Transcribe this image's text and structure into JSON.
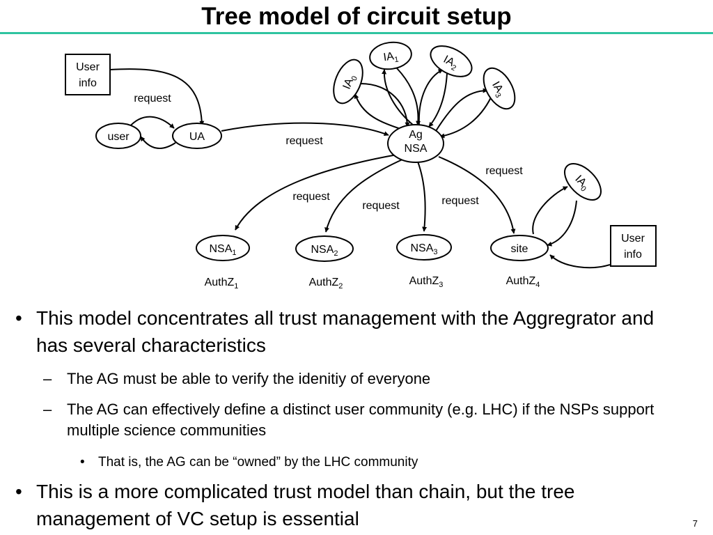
{
  "slide": {
    "title": "Tree model of circuit setup",
    "page_number": "7",
    "rule_color": "#2ec4a0"
  },
  "diagram": {
    "user_info_top": [
      "User",
      "info"
    ],
    "user_info_right": [
      "User",
      "info"
    ],
    "user": "user",
    "ua": "UA",
    "ag": [
      "Ag",
      "NSA"
    ],
    "ia0": {
      "base": "IA",
      "sub": "0"
    },
    "ia1": {
      "base": "IA",
      "sub": "1"
    },
    "ia2": {
      "base": "IA",
      "sub": "2"
    },
    "ia3": {
      "base": "IA",
      "sub": "3"
    },
    "ia0_site": {
      "base": "IA",
      "sub": "0"
    },
    "nsa1": {
      "base": "NSA",
      "sub": "1"
    },
    "nsa2": {
      "base": "NSA",
      "sub": "2"
    },
    "nsa3": {
      "base": "NSA",
      "sub": "3"
    },
    "site": "site",
    "authz1": {
      "base": "AuthZ",
      "sub": "1"
    },
    "authz2": {
      "base": "AuthZ",
      "sub": "2"
    },
    "authz3": {
      "base": "AuthZ",
      "sub": "3"
    },
    "authz4": {
      "base": "AuthZ",
      "sub": "4"
    },
    "req_user_ua": "request",
    "req_ua_ag": "request",
    "req_ag_nsa1": "request",
    "req_ag_nsa2": "request",
    "req_ag_nsa3": "request",
    "req_ag_site": "request"
  },
  "bullets": {
    "b1": {
      "marker": "•",
      "text": "This model concentrates all trust management with the Aggregrator and has several characteristics"
    },
    "b1a": {
      "marker": "–",
      "text": "The AG must be able to verify the idenitiy of everyone"
    },
    "b1b": {
      "marker": "–",
      "text": "The AG can effectively define a distinct user community (e.g. LHC) if the NSPs support multiple science communities"
    },
    "b1b_i": {
      "marker": "•",
      "text": "That is, the AG can be “owned” by the LHC community"
    },
    "b2": {
      "marker": "•",
      "text": "This is a more complicated trust model than chain, but the tree management of VC setup is essential"
    }
  }
}
